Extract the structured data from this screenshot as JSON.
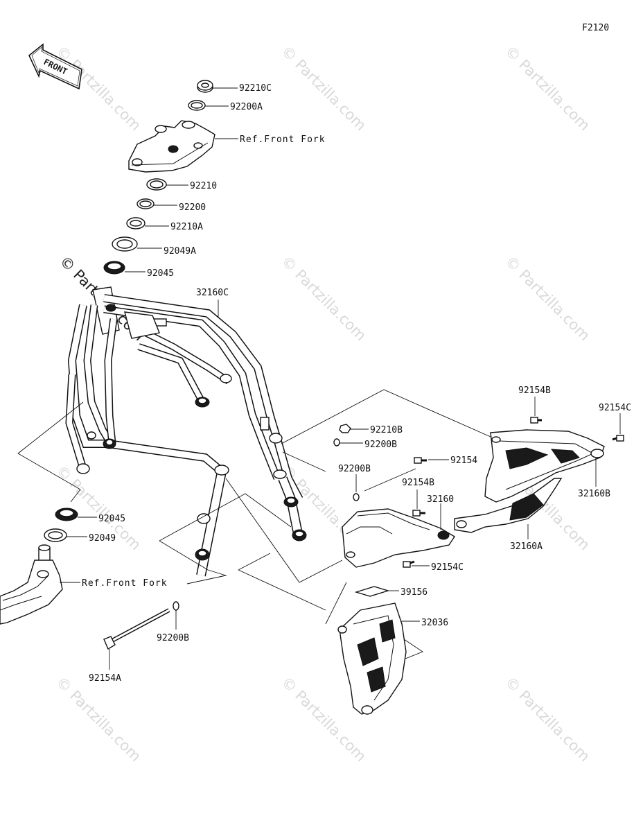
{
  "figure_code": "F2120",
  "direction_tag": "FRONT",
  "watermark_text": "© Partzilla.com",
  "labels": {
    "p92210C": "92210C",
    "p92200A": "92200A",
    "refFrontForkTop": "Ref.Front Fork",
    "p92210": "92210",
    "p92200": "92200",
    "p92210A": "92210A",
    "p92049A": "92049A",
    "p92045Top": "92045",
    "p32160C": "32160C",
    "p92154B_top": "92154B",
    "p92154C_top": "92154C",
    "p92210B": "92210B",
    "p92200B_mid": "92200B",
    "p92200B_left": "92200B",
    "p92154": "92154",
    "p92154B_mid": "92154B",
    "p32160": "32160",
    "p32160B": "32160B",
    "p32160A": "32160A",
    "p92154C_bot": "92154C",
    "p92045Bot": "92045",
    "p92049": "92049",
    "refFrontForkBot": "Ref.Front Fork",
    "p39156": "39156",
    "p32036": "32036",
    "p92200B_bot": "92200B",
    "p92154A": "92154A"
  }
}
